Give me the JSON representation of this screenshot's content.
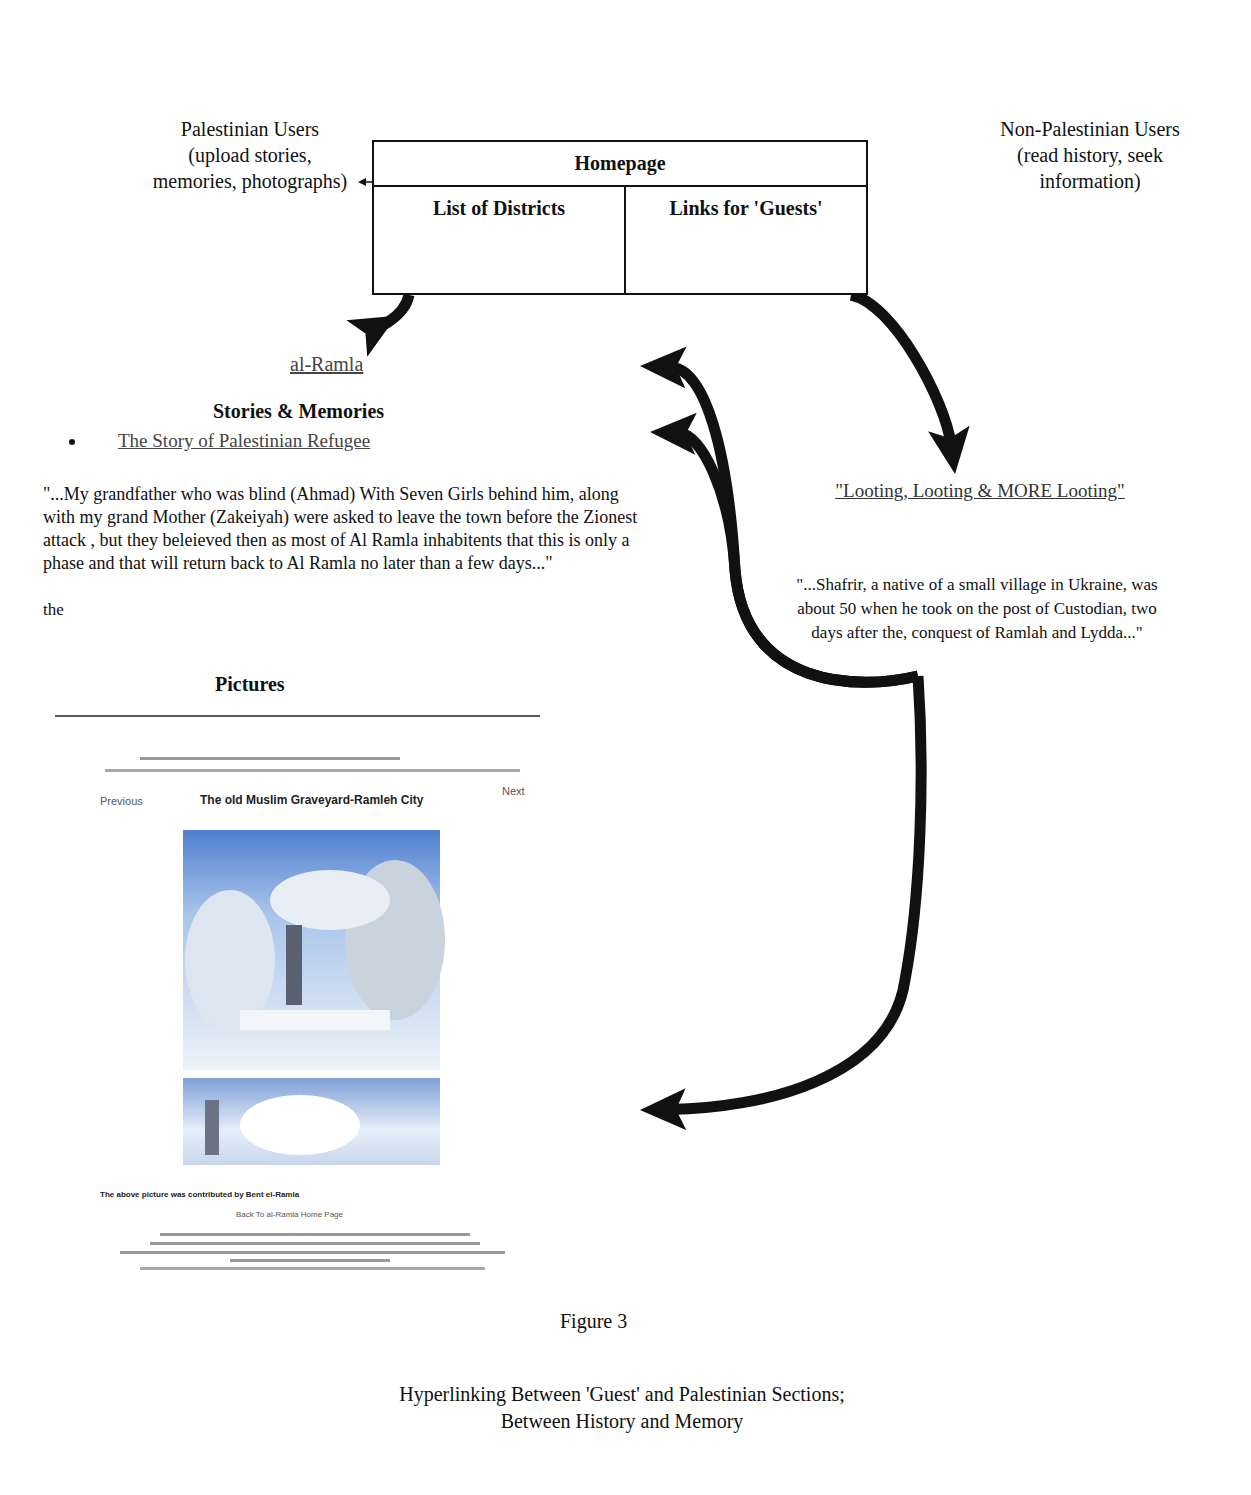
{
  "diagram": {
    "caption": "Hyperlinking Between 'Guest' and Palestinian Sections; Between History and Memory",
    "nodes": [
      {
        "text": [
          "Homepage"
        ]
      },
      {
        "text": [
          "List of Districts"
        ],
        "in": 0
      },
      {
        "text": [
          "Links for 'Guests'"
        ],
        "in": 0
      },
      {
        "text": [
          "al-Ramla"
        ]
      },
      {
        "text": [
          "Stories & Memories",
          "The Story of Palestinian Refugee",
          "\"...My grandfather who was blind (Ahmad) With Seven Girls behind him, along with my grand Mother (Zakeiyah) were asked to leave the town before the Zionest attack , but they beleieved then as most of Al Ramla inhabitents that this is only a phase and that will return back to Al Ramla no later than a few days...\"",
          "the"
        ]
      },
      {
        "text": [
          "Pictures"
        ]
      },
      {
        "text": [
          "\"Looting, Looting & MORE Looting\"",
          "\"...Shafrir, a native of a small village in Ukraine, was about 50 when he took on the post of Custodian, two days after the, conquest of Ramlah and Lydda...\""
        ]
      }
    ],
    "edges": [
      {
        "from": 1,
        "to": 3,
        "arrow": "to"
      },
      {
        "from": 2,
        "to": 6,
        "arrow": "to"
      },
      {
        "from": 6,
        "to": 3,
        "arrow": "to"
      },
      {
        "from": 6,
        "to": 4,
        "arrow": "to"
      },
      {
        "from": 6,
        "to": 5,
        "arrow": "to"
      }
    ],
    "labels": [
      "Palestinian Users (upload stories, memories, photographs)",
      "Non-Palestinian Users (read history, seek information)",
      "Previous",
      "The old Muslim Graveyard-Ramleh City",
      "Next",
      "The above picture was contributed by Bent el-Ramla",
      "Back To al-Ramla Home Page",
      "Figure 3"
    ]
  }
}
